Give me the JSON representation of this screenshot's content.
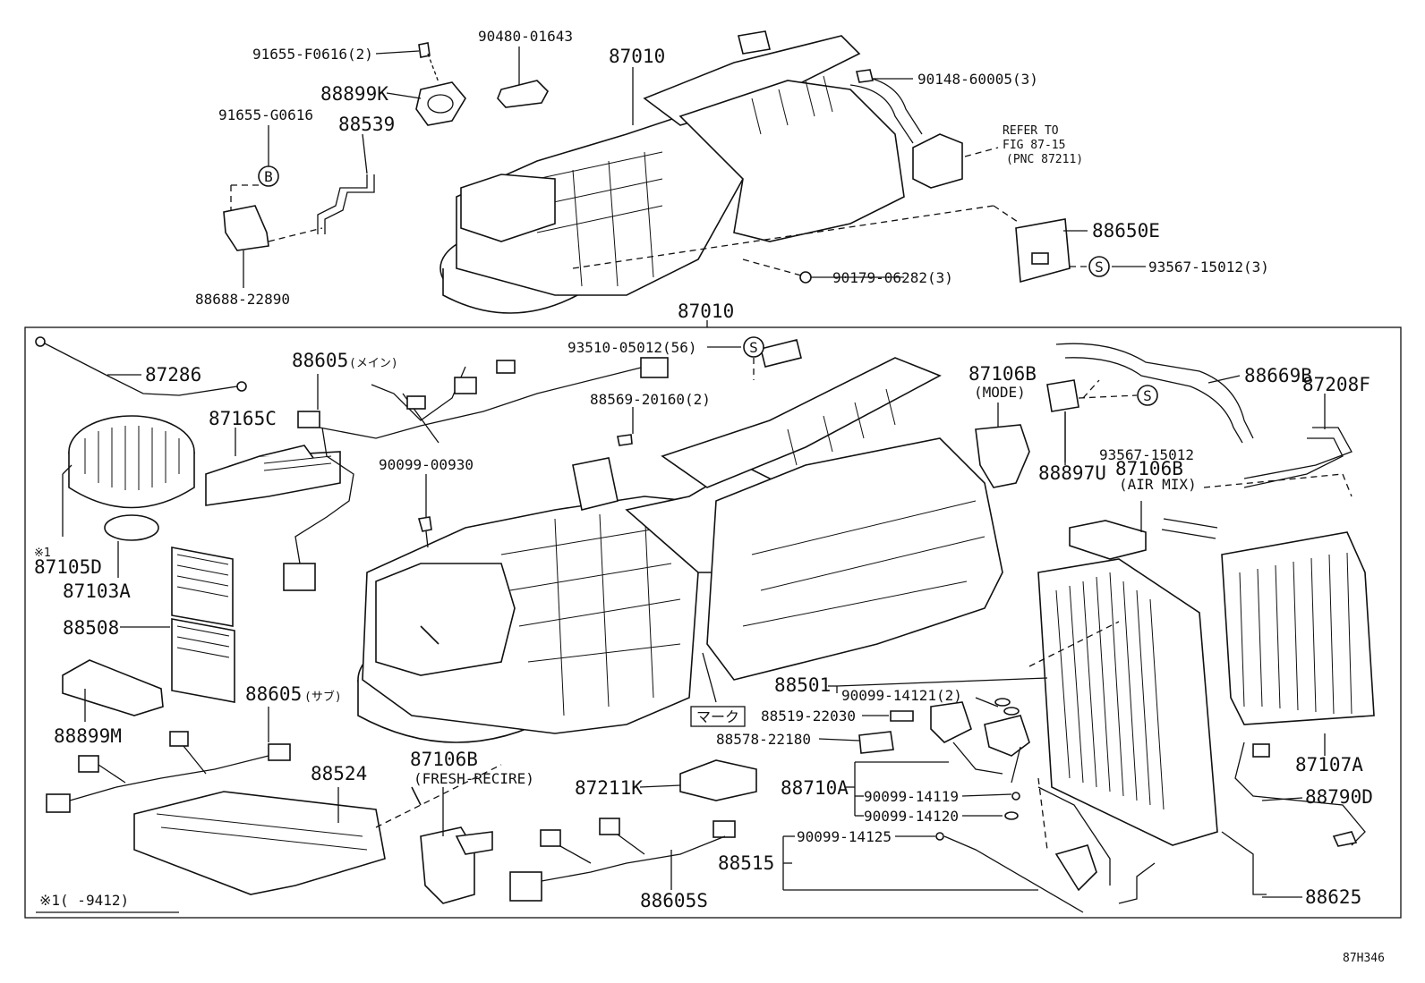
{
  "labels": {
    "p91655_F0616": "91655-F0616(2)",
    "p90480_01643": "90480-01643",
    "p87010_top": "87010",
    "p90148_60005": "90148-60005(3)",
    "p88899K": "88899K",
    "p91655_G0616": "91655-G0616",
    "p88539": "88539",
    "b_mark": "B",
    "refer1": "REFER TO",
    "refer2": "FIG 87-15",
    "refer3": "(PNC 87211)",
    "p88650E": "88650E",
    "s_mark": "S",
    "p93567_15012_3": "93567-15012(3)",
    "p90179_06282": "90179-06282(3)",
    "p88688_22890": "88688-22890",
    "p87010_main": "87010",
    "p87286": "87286",
    "p88605_main": "88605",
    "p88605_main_jp": "(メイン)",
    "p93510_05012": "93510-05012(56)",
    "p88569_20160": "88569-20160(2)",
    "p87106B_mode": "87106B",
    "mode": "(MODE)",
    "p88669B": "88669B",
    "p87208F": "87208F",
    "p87165C": "87165C",
    "p90099_00930": "90099-00930",
    "p88897U": "88897U",
    "p93567_15012": "93567-15012",
    "p87106B_air": "87106B",
    "airmix": "(AIR MIX)",
    "star1": "※1",
    "p87105D": "87105D",
    "p87103A": "87103A",
    "p88508": "88508",
    "p88605_sub": "88605",
    "p88605_sub_jp": "(サブ)",
    "p88899M": "88899M",
    "p88501": "88501",
    "p90099_14121": "90099-14121(2)",
    "p88519_22030": "88519-22030",
    "mark_jp": "マーク",
    "p88578_22180": "88578-22180",
    "p88524": "88524",
    "p87106B_fresh": "87106B",
    "fresh": "(FRESH-RECIRE)",
    "p87211K": "87211K",
    "p88710A": "88710A",
    "p90099_14119": "90099-14119",
    "p90099_14120": "90099-14120",
    "p87107A": "87107A",
    "p88790D": "88790D",
    "p90099_14125": "90099-14125",
    "p88515": "88515",
    "p88625": "88625",
    "p88605S": "88605S",
    "footnote": "※1(     -9412)",
    "fig_code": "87H346"
  }
}
